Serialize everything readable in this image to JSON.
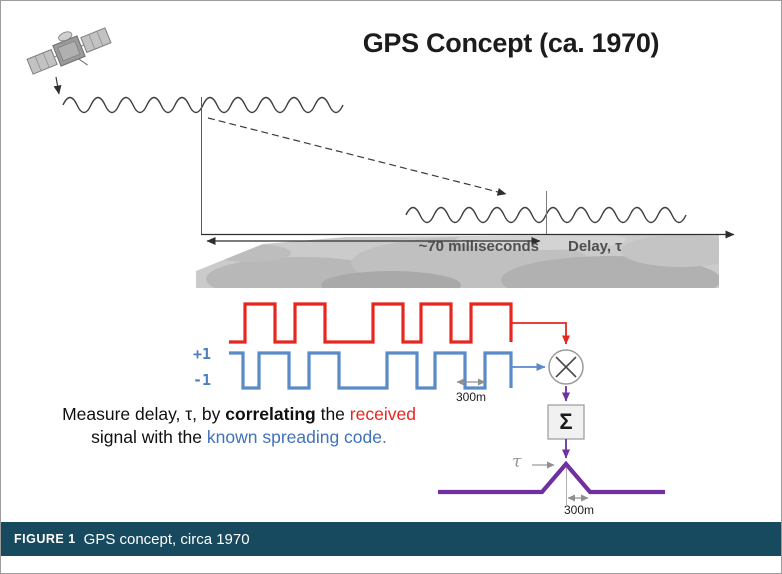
{
  "title": "GPS Concept (ca. 1970)",
  "timeline": {
    "duration_label": "~70 milliseconds",
    "delay_label": "Delay, τ"
  },
  "codes": {
    "high_label": "+1",
    "low_label": "-1",
    "chip_width_label": "300m"
  },
  "correlator": {
    "sum_symbol": "Σ",
    "tau_label": "τ",
    "peak_width_label": "300m"
  },
  "explanation": {
    "line1_part1": "Measure delay, τ, by ",
    "line1_bold": "correlating",
    "line1_part2": " the ",
    "line1_red": "received",
    "line2_part1": "signal with the ",
    "line2_blue": "known spreading code."
  },
  "caption": {
    "label": "FIGURE 1",
    "text": "GPS concept, circa 1970"
  },
  "colors": {
    "received_signal_red": "#e8251f",
    "spreading_code_blue": "#5b8ac9",
    "spreading_code_text_blue": "#3f72ba",
    "correlation_purple": "#7030a0",
    "caption_bar_teal": "#174a5e",
    "timeline_text_gray": "#4f4f4f"
  },
  "icons": {
    "satellite-icon": "satellite",
    "multiply-circle-icon": "⊗",
    "sum-box-icon": "Σ"
  }
}
